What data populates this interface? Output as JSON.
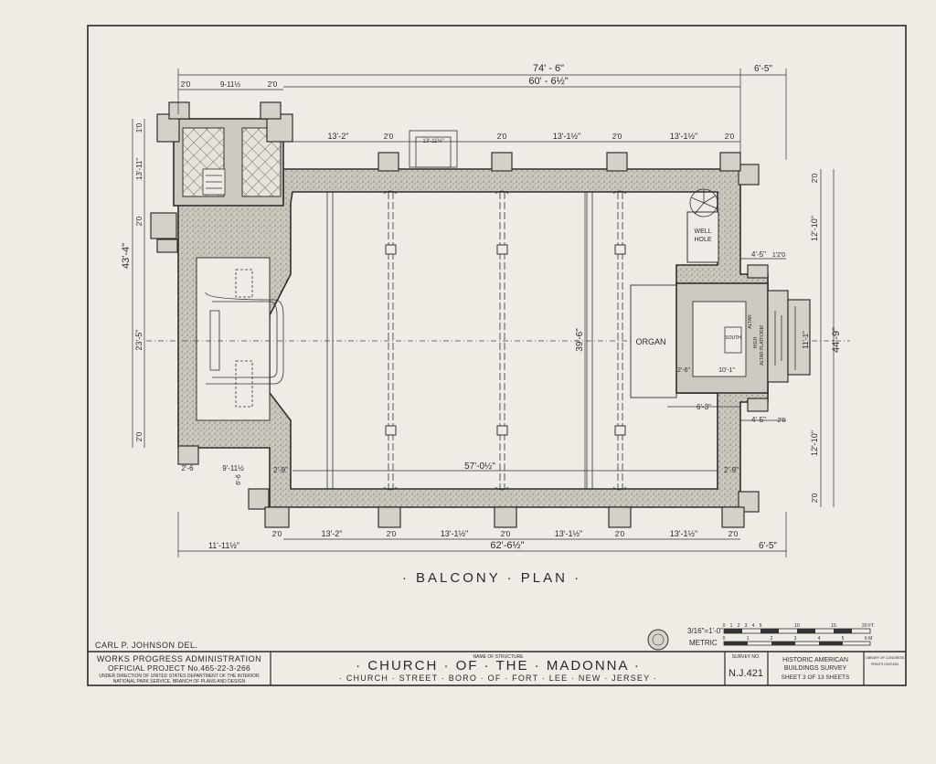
{
  "drawing": {
    "plan_title": "· BALCONY · PLAN ·",
    "room_labels": {
      "organ": "ORGAN",
      "well_hole_line1": "WELL",
      "well_hole_line2": "HOLE"
    },
    "dimensions": {
      "top_overall": "74' - 6\"",
      "top_right_ext": "6'-5\"",
      "top_inner": "60' - 6½\"",
      "tower_left": "2'0",
      "tower_mid": "9-11½",
      "tower_right": "2'0",
      "top_bays": [
        "13'-2\"",
        "2'0",
        "13'-11½\"",
        "2'0",
        "13'-1½\"",
        "2'0",
        "13'-1½\"",
        "2'0"
      ],
      "left_total": "43'-4\"",
      "left_upper": "13'-11\"",
      "left_top": "1'0",
      "left_mid": "2'0",
      "left_center": "23'-5\"",
      "left_lower": "2'0",
      "center_depth": "39'-6\"",
      "nave_length": "57'-0½\"",
      "bottom_bays": [
        "2'0",
        "13'-2\"",
        "2'0",
        "13'-1½\"",
        "2'0",
        "13'-1½\"",
        "2'0",
        "13'-1½\"",
        "2'0"
      ],
      "bottom_overall": "62'-6½\"",
      "bottom_left": "11'-11½\"",
      "bottom_right": "6'-5\"",
      "lower_left_a": "2'-6",
      "lower_left_b": "9'-11½",
      "lower_left_c": "6'-6",
      "lower_left_d": "2'-9\"",
      "lower_right_a": "2'-9\"",
      "right_total": "44'-9\"",
      "right_upper": "12'-10\"",
      "right_lower": "12'-10\"",
      "right_top": "2'0",
      "right_bottom": "2'0",
      "right_mid": "11'-1\"",
      "apse_a": "4'-5\"",
      "apse_b": "1'2'0",
      "apse_c": "4'-5\"",
      "apse_d": "2'0",
      "apse_e": "6'-3\"",
      "apse_f": "10'-1\"",
      "apse_g": "2'-6\""
    },
    "sanctuary_labels": [
      "SOUTH",
      "ALTAR",
      "HIGH",
      "ALTAR PLATFORM"
    ]
  },
  "title_block": {
    "delineator": "CARL P. JOHNSON DEL.",
    "agency_line1": "WORKS PROGRESS ADMINISTRATION",
    "agency_line2": "OFFICIAL PROJECT No.465-22-3-266",
    "agency_line3": "UNDER DIRECTION OF UNITED STATES DEPARTMENT OF THE INTERIOR",
    "agency_line4": "NATIONAL PARK SERVICE, BRANCH OF PLANS AND DESIGN",
    "name_label": "NAME OF STRUCTURE",
    "structure_name": "· CHURCH · OF · THE · MADONNA ·",
    "location": "· CHURCH · STREET · BORO · OF · FORT · LEE · NEW · JERSEY ·",
    "survey_label": "SURVEY NO.",
    "survey_no": "N.J.421",
    "habs_line1": "HISTORIC AMERICAN",
    "habs_line2": "BUILDINGS SURVEY",
    "sheet_text": "SHEET 3 OF 13 SHEETS",
    "library_line1": "LIBRARY OF CONGRESS",
    "library_line2": "PRINTS DIVISION"
  },
  "scale_bar": {
    "imperial_label": "3/16\"=1'-0\"",
    "metric_label": "METRIC",
    "ft_ticks": [
      "0",
      "1",
      "2",
      "3",
      "4",
      "5",
      "10",
      "15",
      "20 FT."
    ],
    "m_ticks": [
      "0",
      "1",
      "2",
      "3",
      "4",
      "5",
      "6 M"
    ]
  }
}
